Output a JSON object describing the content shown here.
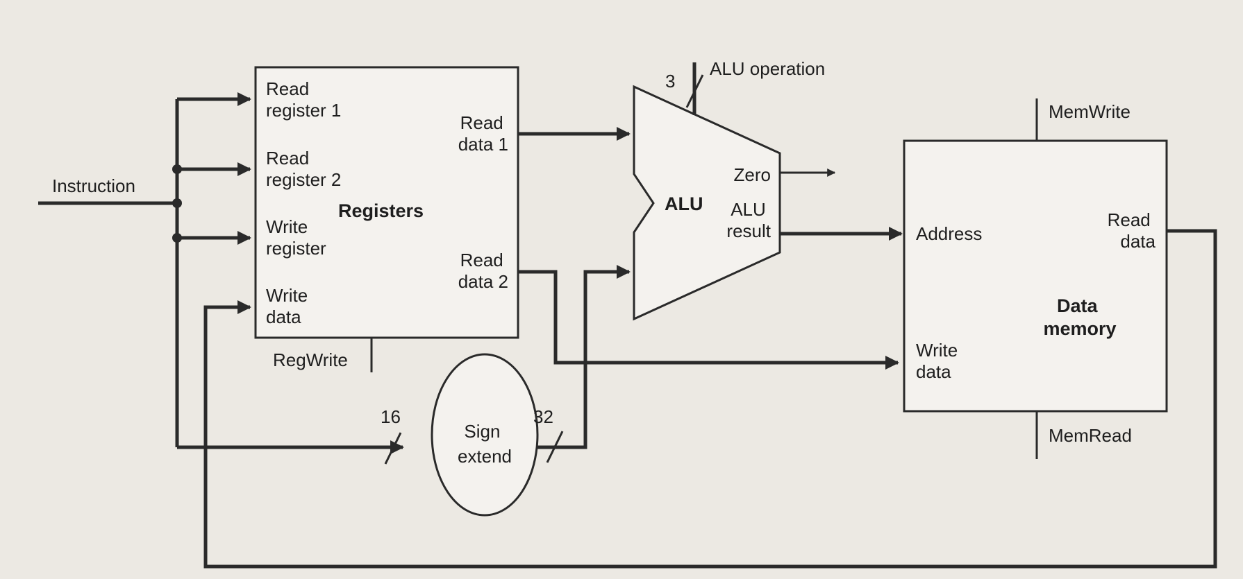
{
  "instruction": "Instruction",
  "registers": {
    "title": "Registers",
    "read_register_1": [
      "Read",
      "register 1"
    ],
    "read_register_2": [
      "Read",
      "register 2"
    ],
    "write_register": [
      "Write",
      "register"
    ],
    "write_data": [
      "Write",
      "data"
    ],
    "read_data_1": [
      "Read",
      "data 1"
    ],
    "read_data_2": [
      "Read",
      "data 2"
    ],
    "control": "RegWrite"
  },
  "alu": {
    "title": "ALU",
    "operation": "ALU operation",
    "operation_bits": "3",
    "zero": "Zero",
    "result": [
      "ALU",
      "result"
    ]
  },
  "sign_extend": {
    "title": [
      "Sign",
      "extend"
    ],
    "in_bits": "16",
    "out_bits": "32"
  },
  "data_memory": {
    "title": [
      "Data",
      "memory"
    ],
    "address": "Address",
    "write_data": [
      "Write",
      "data"
    ],
    "read_data": [
      "Read",
      "data"
    ],
    "mem_write": "MemWrite",
    "mem_read": "MemRead"
  }
}
